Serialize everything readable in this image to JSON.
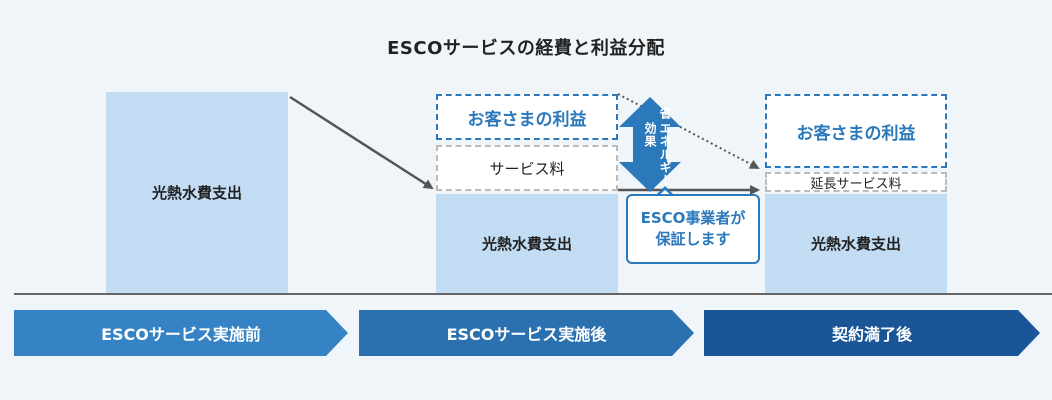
{
  "title": "ESCOサービスの経費と利益分配",
  "columns": {
    "before": {
      "utility": "光熱水費支出"
    },
    "after": {
      "benefit": "お客さまの利益",
      "fee": "サービス料",
      "utility": "光熱水費支出"
    },
    "expired": {
      "benefit": "お客さまの利益",
      "fee": "延長サービス料",
      "utility": "光熱水費支出"
    }
  },
  "savings_label": [
    "省",
    "エネルギー",
    "効果"
  ],
  "guarantee": {
    "line1": "ESCO事業者が",
    "line2": "保証します"
  },
  "phases": [
    {
      "label": "ESCOサービス実施前",
      "color": "#3583c5"
    },
    {
      "label": "ESCOサービス実施後",
      "color": "#2b71b0"
    },
    {
      "label": "契約満了後",
      "color": "#1a5697"
    }
  ],
  "colors": {
    "utility_fill": "#c2ddf3",
    "accent": "#2b78bb",
    "dark_arrow": "#555555"
  }
}
